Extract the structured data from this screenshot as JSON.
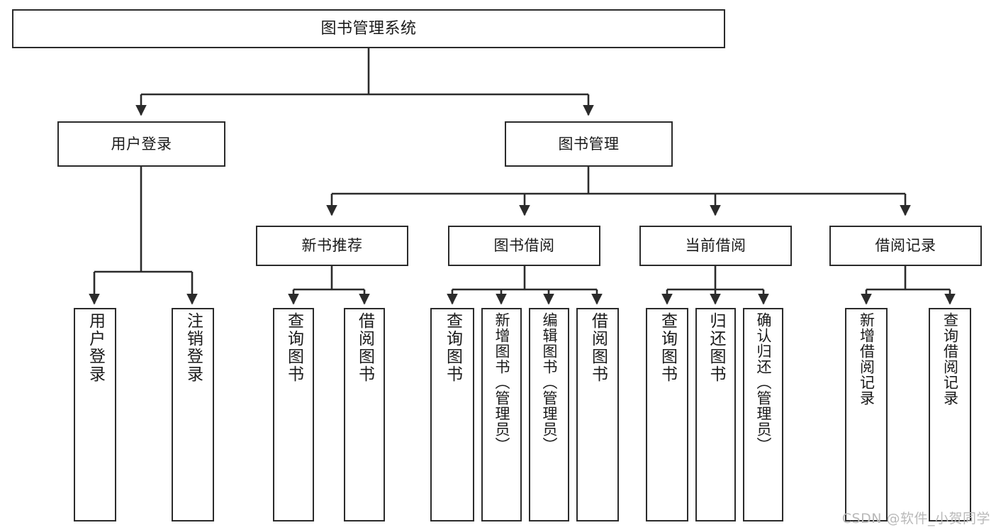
{
  "diagram": {
    "title": "图书管理系统",
    "type": "tree",
    "watermark": "CSDN @软件_小贺同学",
    "line_color": "#2b2b2b",
    "box_fill": "#ffffff",
    "text_color": "#1a1a1a"
  },
  "nodes": {
    "root": {
      "label": "图书管理系统"
    },
    "level1": [
      {
        "id": "user_login",
        "label": "用户登录"
      },
      {
        "id": "book_manage",
        "label": "图书管理"
      }
    ],
    "level2": [
      {
        "id": "new_book_rec",
        "label": "新书推荐"
      },
      {
        "id": "book_borrow",
        "label": "图书借阅"
      },
      {
        "id": "current_borrow",
        "label": "当前借阅"
      },
      {
        "id": "borrow_record",
        "label": "借阅记录"
      }
    ],
    "leaves": [
      {
        "id": "leaf_user_login",
        "label": "用户登录",
        "parent": "用户登录"
      },
      {
        "id": "leaf_logout",
        "label": "注销登录",
        "parent": "用户登录"
      },
      {
        "id": "leaf_query_book_1",
        "label": "查询图书",
        "parent": "新书推荐"
      },
      {
        "id": "leaf_borrow_book_1",
        "label": "借阅图书",
        "parent": "新书推荐"
      },
      {
        "id": "leaf_query_book_2",
        "label": "查询图书",
        "parent": "图书借阅"
      },
      {
        "id": "leaf_add_book",
        "label": "新增图书（管理员）",
        "parent": "图书借阅"
      },
      {
        "id": "leaf_edit_book",
        "label": "编辑图书（管理员）",
        "parent": "图书借阅"
      },
      {
        "id": "leaf_borrow_book_2",
        "label": "借阅图书",
        "parent": "图书借阅"
      },
      {
        "id": "leaf_query_book_3",
        "label": "查询图书",
        "parent": "当前借阅"
      },
      {
        "id": "leaf_return_book",
        "label": "归还图书",
        "parent": "当前借阅"
      },
      {
        "id": "leaf_confirm_return",
        "label": "确认归还（管理员）",
        "parent": "当前借阅"
      },
      {
        "id": "leaf_add_record",
        "label": "新增借阅记录",
        "parent": "借阅记录"
      },
      {
        "id": "leaf_query_record",
        "label": "查询借阅记录",
        "parent": "借阅记录"
      }
    ]
  }
}
